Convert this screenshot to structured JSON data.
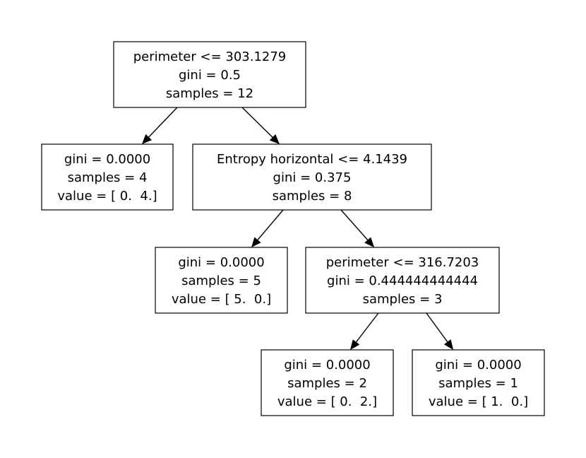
{
  "tree": {
    "nodes": [
      {
        "id": "root",
        "lines": [
          "perimeter <= 303.1279",
          "gini = 0.5",
          "samples = 12"
        ]
      },
      {
        "id": "left-leaf",
        "lines": [
          "gini = 0.0000",
          "samples = 4",
          "value = [ 0.  4.]"
        ]
      },
      {
        "id": "entropy-split",
        "lines": [
          "Entropy horizontal <= 4.1439",
          "gini = 0.375",
          "samples = 8"
        ]
      },
      {
        "id": "leaf-5",
        "lines": [
          "gini = 0.0000",
          "samples = 5",
          "value = [ 5.  0.]"
        ]
      },
      {
        "id": "perimeter-split-2",
        "lines": [
          "perimeter <= 316.7203",
          "gini = 0.444444444444",
          "samples = 3"
        ]
      },
      {
        "id": "leaf-2",
        "lines": [
          "gini = 0.0000",
          "samples = 2",
          "value = [ 0.  2.]"
        ]
      },
      {
        "id": "leaf-1",
        "lines": [
          "gini = 0.0000",
          "samples = 1",
          "value = [ 1.  0.]"
        ]
      }
    ],
    "edges": [
      {
        "from": "root",
        "to": "left-leaf"
      },
      {
        "from": "root",
        "to": "entropy-split"
      },
      {
        "from": "entropy-split",
        "to": "leaf-5"
      },
      {
        "from": "entropy-split",
        "to": "perimeter-split-2"
      },
      {
        "from": "perimeter-split-2",
        "to": "leaf-2"
      },
      {
        "from": "perimeter-split-2",
        "to": "leaf-1"
      }
    ],
    "colors": {
      "stroke": "#000000",
      "fill": "#ffffff",
      "text": "#000000"
    }
  }
}
